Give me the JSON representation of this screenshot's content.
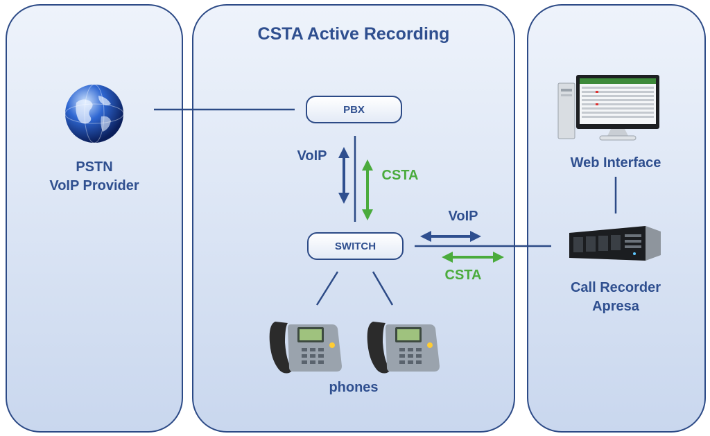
{
  "title": "CSTA Active Recording",
  "left": {
    "line1": "PSTN",
    "line2": "VoIP Provider",
    "icon": "globe-icon"
  },
  "middle": {
    "pbx": "PBX",
    "switch": "SWITCH",
    "voip_vertical": "VoIP",
    "csta_vertical": "CSTA",
    "phones": "phones",
    "phone_icon": "ip-phone-icon"
  },
  "link": {
    "voip": "VoIP",
    "csta": "CSTA"
  },
  "right": {
    "web_interface": "Web Interface",
    "recorder_line1": "Call Recorder",
    "recorder_line2": "Apresa",
    "monitor_icon": "computer-monitor-icon",
    "server_icon": "rack-server-icon"
  },
  "colors": {
    "blue": "#2f4f8f",
    "green": "#4aab3c",
    "panel": "#d6e1f2"
  }
}
